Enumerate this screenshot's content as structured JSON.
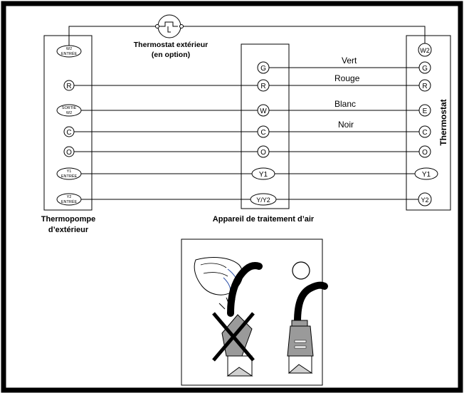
{
  "outdoor_thermostat": {
    "label_line1": "Thermostat extérieur",
    "label_line2": "(en option)"
  },
  "heat_pump": {
    "label_line1": "Thermopompe",
    "label_line2": "d’extérieur",
    "terminals": [
      {
        "top": "W2",
        "bottom": "ENTRÉE"
      },
      {
        "single": "R"
      },
      {
        "top": "SORTIE",
        "bottom": "W2"
      },
      {
        "single": "C"
      },
      {
        "single": "O"
      },
      {
        "top": "Y1",
        "bottom": "ENTRÉE"
      },
      {
        "top": "Y2",
        "bottom": "ENTRÉE"
      }
    ]
  },
  "air_handler": {
    "label": "Appareil de traitement d’air",
    "terminals": [
      "G",
      "R",
      "W",
      "C",
      "O",
      "Y1",
      "Y/Y2"
    ]
  },
  "thermostat": {
    "label": "Thermostat",
    "terminals": [
      "W2",
      "G",
      "R",
      "E",
      "C",
      "O",
      "Y1",
      "Y2"
    ]
  },
  "wire_colors": [
    "Vert",
    "Rouge",
    "Blanc",
    "Noir"
  ],
  "colors": {
    "frame": "#000000",
    "background": "#ffffff"
  }
}
